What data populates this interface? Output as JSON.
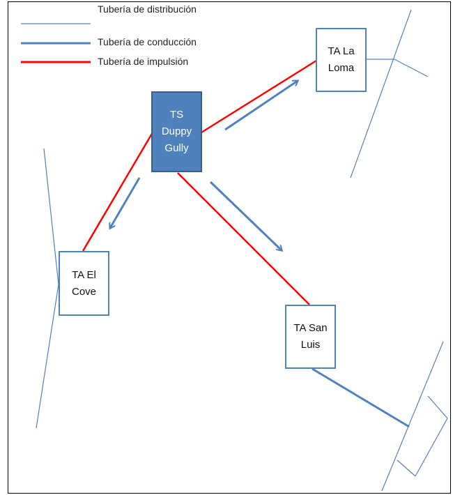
{
  "legend": {
    "distribution": "Tubería de distribución",
    "conduction": "Tubería de conducción",
    "impulsion": "Tubería de impulsión"
  },
  "nodes": {
    "duppy_gully": [
      "TS",
      "Duppy",
      "Gully"
    ],
    "la_loma": [
      "TA La",
      "Loma"
    ],
    "el_cove": [
      "TA El",
      "Cove"
    ],
    "san_luis": [
      "TA San",
      "Luis"
    ]
  },
  "colors": {
    "distribution": "#4f81bd",
    "conduction": "#4f81bd",
    "impulsion": "#ff0000",
    "source_fill": "#4f81bd",
    "tank_border": "#4f81bd"
  }
}
